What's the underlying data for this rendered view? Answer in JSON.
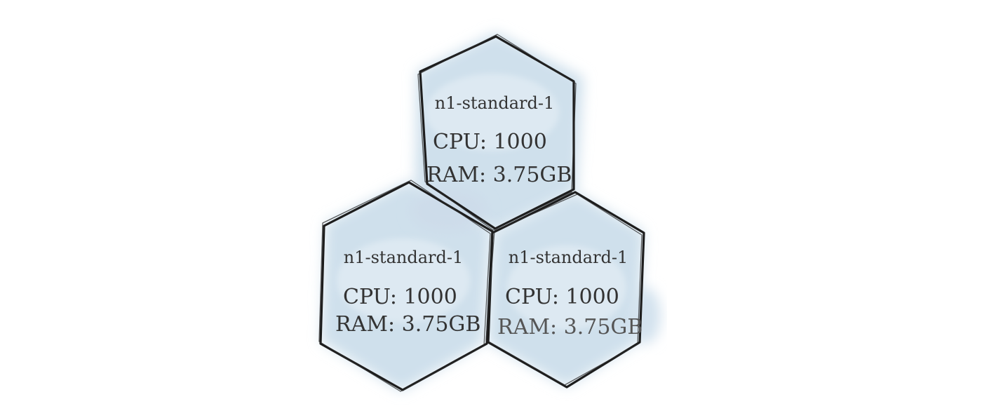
{
  "colors": {
    "wash": "#cfe0ec",
    "wash_light": "#dde9f2",
    "outline": "#1d1d1d",
    "text": "#333333"
  },
  "nodes": [
    {
      "title": "n1-standard-1",
      "cpu": "CPU: 1000",
      "ram": "RAM: 3.75GB"
    },
    {
      "title": "n1-standard-1",
      "cpu": "CPU: 1000",
      "ram": "RAM: 3.75GB"
    },
    {
      "title": "n1-standard-1",
      "cpu": "CPU: 1000",
      "ram": "RAM: 3.75GB"
    }
  ]
}
